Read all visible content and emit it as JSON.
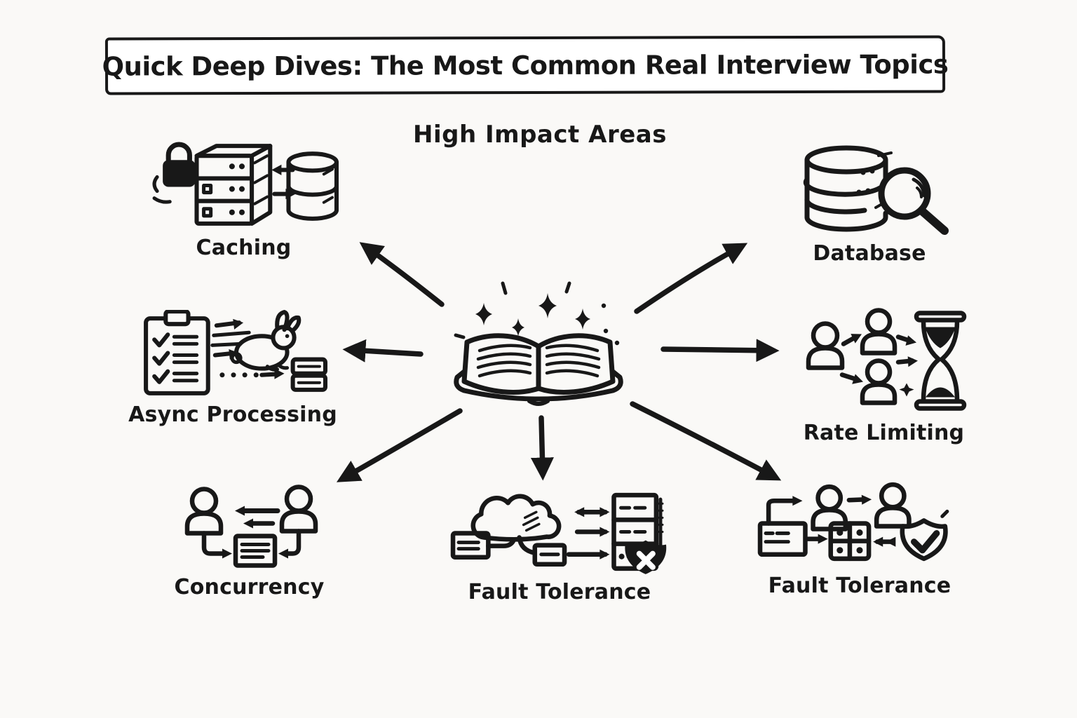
{
  "title": "Quick Deep Dives: The Most Common Real Interview Topics",
  "subtitle": "High Impact Areas",
  "center": {
    "icon": "open-book-sparkles-icon"
  },
  "nodes": [
    {
      "label": "Caching",
      "icon": "lock-server-database-icon"
    },
    {
      "label": "Database",
      "icon": "database-magnifying-glass-icon"
    },
    {
      "label": "Async Processing",
      "icon": "checklist-rabbit-queue-icon"
    },
    {
      "label": "Rate Limiting",
      "icon": "users-hourglass-icon"
    },
    {
      "label": "Concurrency",
      "icon": "users-shared-document-icon"
    },
    {
      "label": "Fault Tolerance",
      "icon": "cloud-server-shield-x-icon"
    },
    {
      "label": "Fault Tolerance",
      "icon": "users-grid-shield-check-icon"
    }
  ],
  "arrows": [
    "arrow-to-caching",
    "arrow-to-database",
    "arrow-to-async-processing",
    "arrow-to-rate-limiting",
    "arrow-to-concurrency",
    "arrow-to-fault-tolerance-center",
    "arrow-to-fault-tolerance-right"
  ],
  "colors": {
    "ink": "#181818",
    "background": "#faf9f7",
    "banner_background": "#ffffff"
  }
}
